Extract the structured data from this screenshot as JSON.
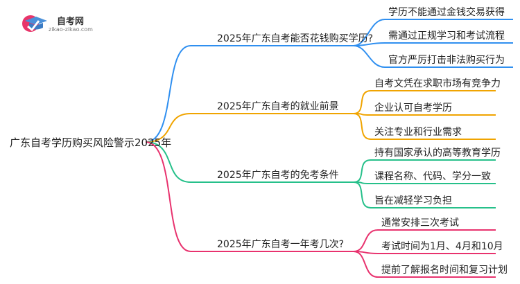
{
  "logo": {
    "title": "自考网",
    "url": "zikao-zikao.com"
  },
  "root": "广东自考学历购买风险警示2025年",
  "branches": [
    {
      "label": "2025年广东自考能否花钱购买学历?",
      "color": "#2f8ff0",
      "leaves": [
        "学历不能通过金钱交易获得",
        "需通过正规学习和考试流程",
        "官方严厉打击非法购买行为"
      ]
    },
    {
      "label": "2025年广东自考的就业前景",
      "color": "#f0a400",
      "leaves": [
        "自考文凭在求职市场有竞争力",
        "企业认可自考学历",
        "关注专业和行业需求"
      ]
    },
    {
      "label": "2025年广东自考的免考条件",
      "color": "#26c08a",
      "leaves": [
        "持有国家承认的高等教育学历",
        "课程名称、代码、学分一致",
        "旨在减轻学习负担"
      ]
    },
    {
      "label": "2025年广东自考一年考几次?",
      "color": "#e8326e",
      "leaves": [
        "通常安排三次考试",
        "考试时间为1月、4月和10月",
        "提前了解报名时间和复习计划"
      ]
    }
  ]
}
